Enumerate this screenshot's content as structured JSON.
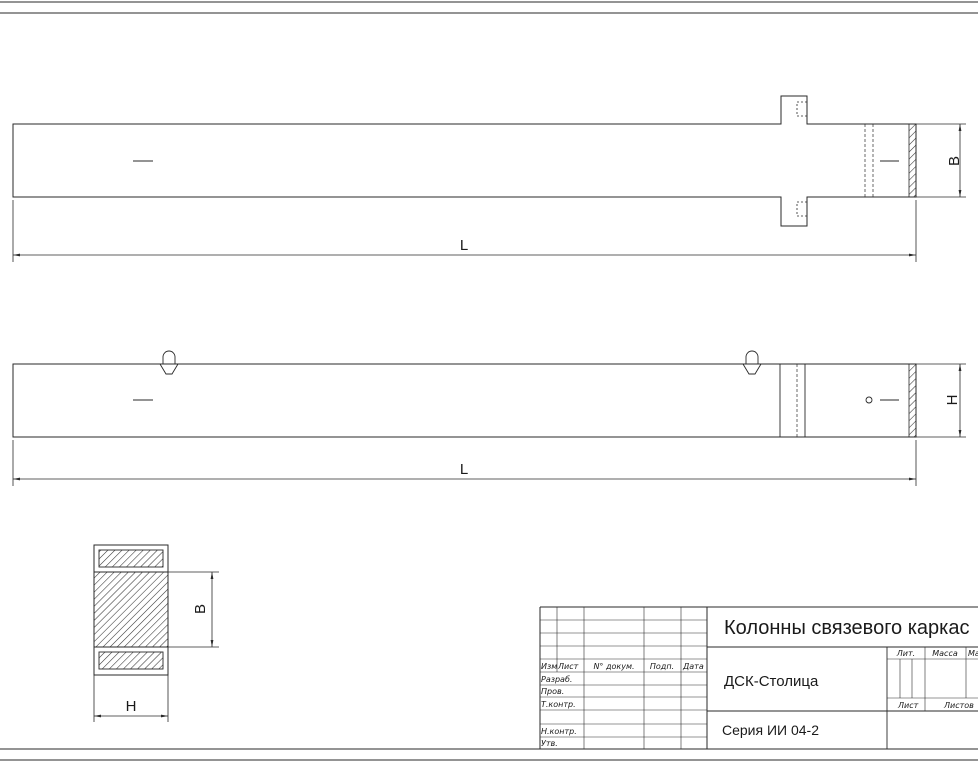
{
  "dimensions": {
    "top_view_length": "L",
    "top_view_width": "B",
    "side_view_length": "L",
    "side_view_height": "H",
    "section_width": "B",
    "section_height": "H"
  },
  "title_block": {
    "title": "Колонны связевого каркас",
    "company": "ДСК-Столица",
    "series": "Серия ИИ 04-2",
    "columns": {
      "izm": "Изм",
      "list": "Лист",
      "doc_no": "N° докум.",
      "sign": "Подп.",
      "date": "Дата"
    },
    "rows": {
      "razrab": "Разраб.",
      "prov": "Пров.",
      "tkontr": "Т.контр.",
      "nkontr": "Н.контр.",
      "utv": "Утв."
    },
    "right_headers": {
      "lit": "Лит.",
      "massa": "Масса",
      "masshtab": "Ма",
      "list": "Лист",
      "listov": "Листов"
    }
  },
  "colors": {
    "line": "#2a2a2a",
    "background": "#ffffff",
    "hatch": "#333333"
  }
}
